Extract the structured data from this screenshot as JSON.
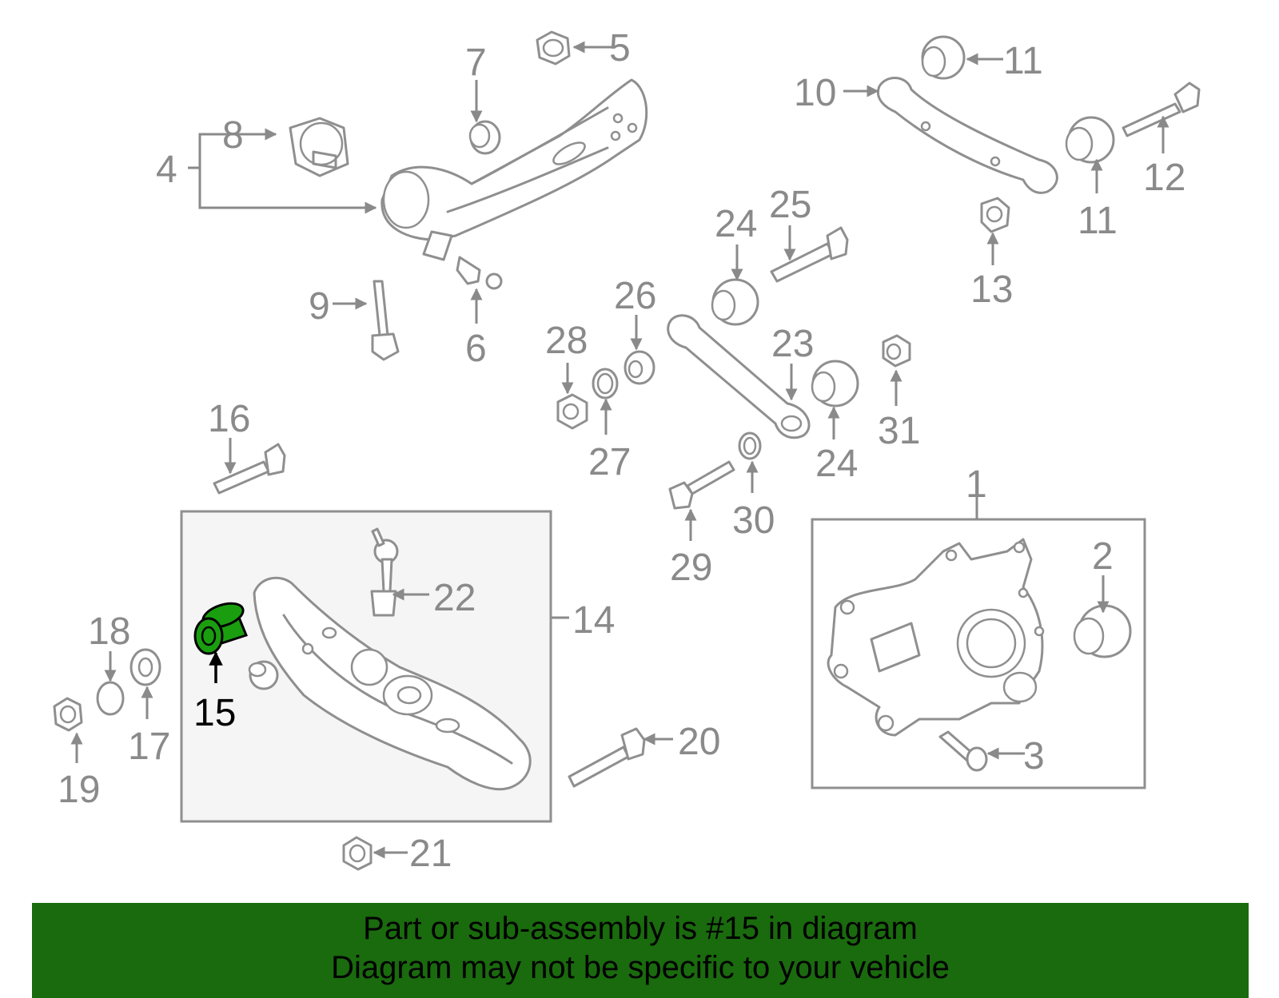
{
  "highlight": {
    "number": "15",
    "color": "#1a9e10"
  },
  "banner": {
    "line1": "Part or sub-assembly is #15 in diagram",
    "line2": "Diagram may not be specific to your vehicle",
    "background": "#1a6a0e"
  },
  "callouts": {
    "c1": "1",
    "c2": "2",
    "c3": "3",
    "c4": "4",
    "c5": "5",
    "c6": "6",
    "c7": "7",
    "c8": "8",
    "c9": "9",
    "c10": "10",
    "c11a": "11",
    "c11b": "11",
    "c12": "12",
    "c13": "13",
    "c14": "14",
    "c15": "15",
    "c16": "16",
    "c17": "17",
    "c18": "18",
    "c19": "19",
    "c20": "20",
    "c21": "21",
    "c22": "22",
    "c23": "23",
    "c24a": "24",
    "c24b": "24",
    "c25": "25",
    "c26": "26",
    "c27": "27",
    "c28": "28",
    "c29": "29",
    "c30": "30",
    "c31": "31"
  },
  "colors": {
    "line": "#8f8f8f",
    "label": "#8a8a8a",
    "box_fill": "#f5f5f5"
  }
}
